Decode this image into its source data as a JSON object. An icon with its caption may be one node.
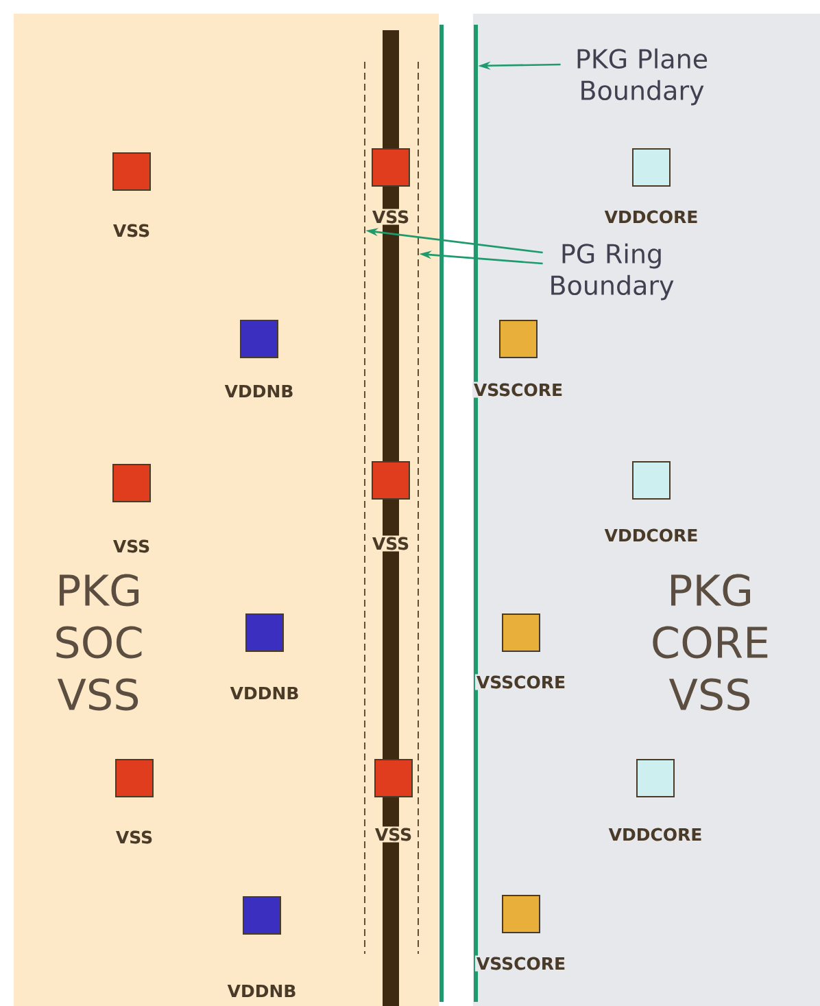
{
  "diagram": {
    "nodes": [
      {
        "text": [
          "PKG SOC VSS"
        ]
      },
      {
        "text": [
          "PKG CORE VSS"
        ]
      },
      {
        "text": [
          "PKG Plane Boundary"
        ],
        "in": 1
      },
      {
        "text": [
          "PG Ring Boundary"
        ],
        "in": 1
      },
      {
        "text": [],
        "shape": "line",
        "in": 1
      },
      {
        "text": [],
        "shape": "line",
        "in": 0
      },
      {
        "text": [],
        "shape": "line",
        "in": 0
      },
      {
        "text": [
          "VSS"
        ],
        "in": 0
      },
      {
        "text": [
          "VSS"
        ],
        "in": 0
      },
      {
        "text": [
          "VDDCORE"
        ],
        "in": 1
      },
      {
        "text": [
          "VDDNB"
        ],
        "in": 0
      },
      {
        "text": [
          "VSSCORE"
        ],
        "in": 1
      },
      {
        "text": [
          "VSS"
        ],
        "in": 0
      },
      {
        "text": [
          "VSS"
        ],
        "in": 0
      },
      {
        "text": [
          "VDDCORE"
        ],
        "in": 1
      },
      {
        "text": [
          "VDDNB"
        ],
        "in": 0
      },
      {
        "text": [
          "VSSCORE"
        ],
        "in": 1
      },
      {
        "text": [
          "VSS"
        ],
        "in": 0
      },
      {
        "text": [
          "VSS"
        ],
        "in": 0
      },
      {
        "text": [
          "VDDCORE"
        ],
        "in": 1
      },
      {
        "text": [
          "VDDNB"
        ],
        "in": 0
      },
      {
        "text": [
          "VSSCORE"
        ],
        "in": 1
      }
    ],
    "edges": [
      {
        "from": 2,
        "to": 4,
        "arrow": "to"
      },
      {
        "from": 3,
        "to": 5,
        "arrow": "to"
      },
      {
        "from": 3,
        "to": 6,
        "arrow": "to"
      }
    ]
  }
}
